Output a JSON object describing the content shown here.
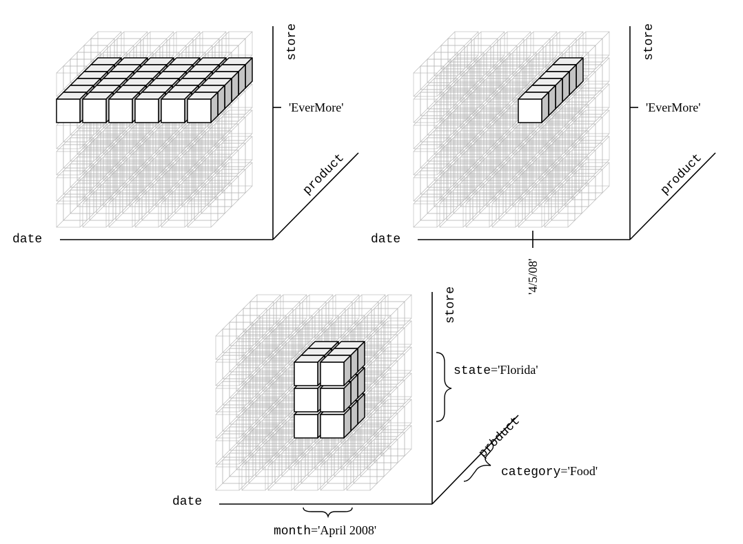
{
  "colors": {
    "grid": "#b4b4b4",
    "cube_edge": "#000000",
    "front": "#ffffff",
    "top": "#eeeeee",
    "side": "#c4c4c4",
    "background": "#ffffff"
  },
  "panel_slice": {
    "axes": {
      "x": "date",
      "y": "store",
      "z": "product"
    },
    "marker": "'EverMore'"
  },
  "panel_dice_line": {
    "axes": {
      "x": "date",
      "y": "store",
      "z": "product"
    },
    "store_marker": "'EverMore'",
    "date_marker": "'4/5/08'"
  },
  "panel_dice_block": {
    "axes": {
      "x": "date",
      "y": "store",
      "z": "product"
    },
    "state_keyword": "state",
    "state_value": "='Florida'",
    "category_keyword": "category",
    "category_value": "='Food'",
    "month_keyword": "month",
    "month_value": "='April 2008'"
  }
}
